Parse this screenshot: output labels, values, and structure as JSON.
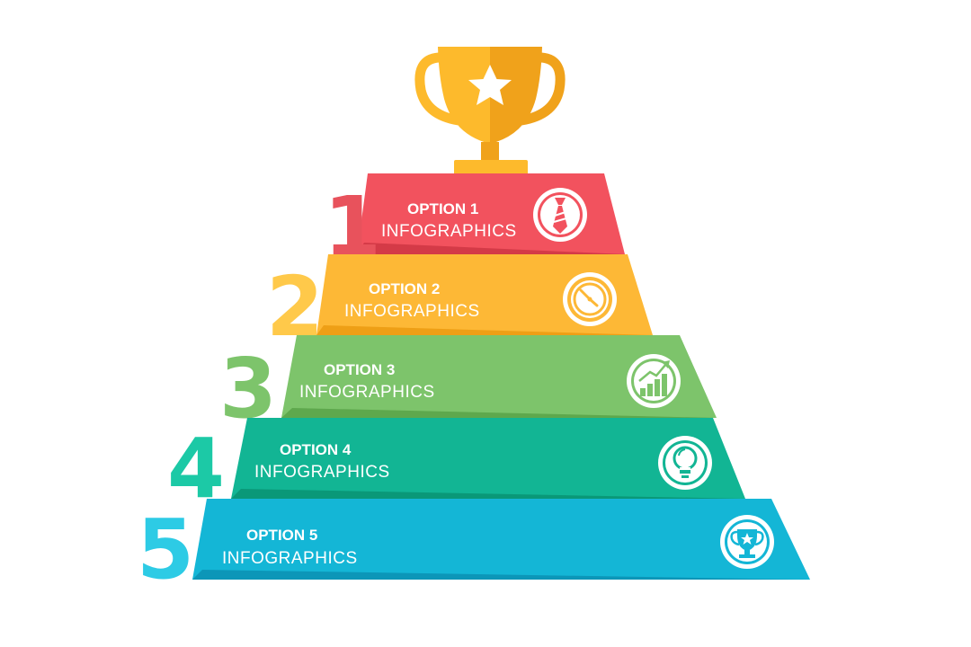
{
  "tiers": [
    {
      "number": "1",
      "title": "OPTION 1",
      "subtitle": "INFOGRAPHICS",
      "icon": "tie-icon",
      "color": "#F2525E",
      "dark": "#D43A47",
      "numColor": "#E8525C",
      "numDark": "#C73440"
    },
    {
      "number": "2",
      "title": "OPTION 2",
      "subtitle": "INFOGRAPHICS",
      "icon": "clock-icon",
      "color": "#FDB836",
      "dark": "#EE9F16",
      "numColor": "#FFC94A",
      "numDark": "#E8A21A"
    },
    {
      "number": "3",
      "title": "OPTION 3",
      "subtitle": "INFOGRAPHICS",
      "icon": "growth-chart-icon",
      "color": "#7DC46B",
      "dark": "#5EA84D",
      "numColor": "#7DC46B",
      "numDark": "#55A046"
    },
    {
      "number": "4",
      "title": "OPTION 4",
      "subtitle": "INFOGRAPHICS",
      "icon": "lightbulb-icon",
      "color": "#12B594",
      "dark": "#0A9878",
      "numColor": "#1CC9A6",
      "numDark": "#0A9878"
    },
    {
      "number": "5",
      "title": "OPTION 5",
      "subtitle": "INFOGRAPHICS",
      "icon": "trophy-icon",
      "color": "#14B6D6",
      "dark": "#0C96B8",
      "numColor": "#2DCBE5",
      "numDark": "#0C96B8"
    }
  ],
  "top_icon": "trophy-star-icon",
  "trophy_colors": {
    "main": "#FDBA2C",
    "shade": "#F0A21B"
  }
}
